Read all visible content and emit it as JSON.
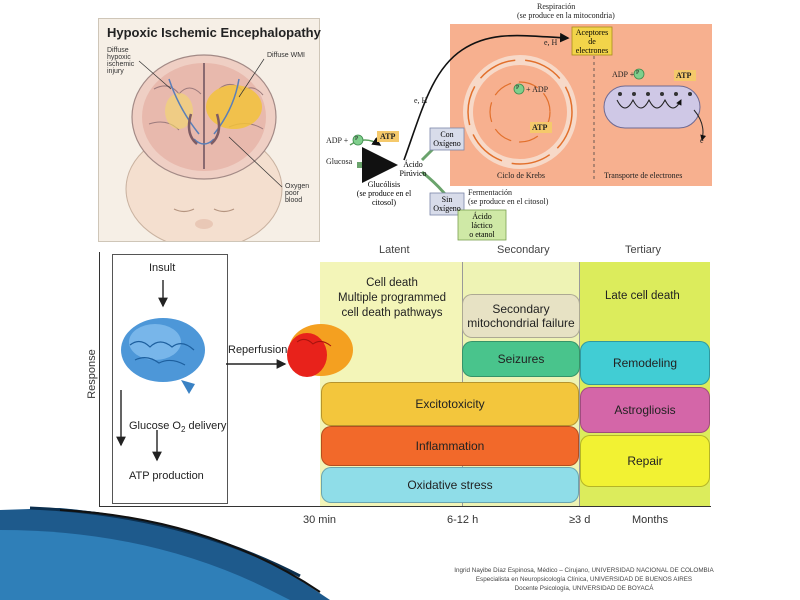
{
  "hie": {
    "title": "Hypoxic Ischemic Encephalopathy",
    "label_diffuse_injury": [
      "Diffuse",
      "hypoxic",
      "ischemic",
      "injury"
    ],
    "label_diffuse_wmi": "Diffuse WMI",
    "label_oxygen": [
      "Oxygen",
      "poor",
      "blood"
    ]
  },
  "respiration": {
    "title_line1": "Respiración",
    "title_line2": "(se produce en la mitocondria)",
    "acceptors": [
      "Aceptores",
      "de",
      "electrones"
    ],
    "eh_top": "e, H",
    "eh_mid": "e, H",
    "adp_p_left": "ADP +",
    "p_symbol": "P",
    "atp": "ATP",
    "glucosa": "Glucosa",
    "acido_piruvico": [
      "Ácido",
      "Pirúvico"
    ],
    "glucolisis": [
      "Glucólisis",
      "(se produce en el",
      "citosol)"
    ],
    "con_oxigeno": [
      "Con",
      "Oxígeno"
    ],
    "sin_oxigeno": [
      "Sin",
      "Oxígeno"
    ],
    "fermentacion": [
      "Fermentación",
      "(se produce en el citosol)"
    ],
    "acido_lactico": [
      "Ácido",
      "láctico",
      "o etanol"
    ],
    "p_adp": "+ ADP",
    "ciclo_krebs": "Ciclo de Krebs",
    "transporte": "Transporte de electrones",
    "adp_p_right": "ADP +",
    "e_out": "e"
  },
  "timeline": {
    "response_label": "Response",
    "phases": [
      "Latent",
      "Secondary",
      "Tertiary"
    ],
    "flow": {
      "insult": "Insult",
      "reperfusion": "Reperfusion",
      "glucose": "Glucose O",
      "glucose_sub": "2",
      "glucose_tail": " delivery",
      "atp_production": "ATP production"
    },
    "cell_death": [
      "Cell death",
      "Multiple programmed",
      "cell death pathways"
    ],
    "secondary_failure": [
      "Secondary",
      "mitochondrial failure"
    ],
    "seizures": "Seizures",
    "late_cell_death": "Late cell death",
    "remodeling": "Remodeling",
    "astrogliosis": "Astrogliosis",
    "repair": "Repair",
    "excitotoxicity": "Excitotoxicity",
    "inflammation": "Inflammation",
    "oxidative_stress": "Oxidative stress",
    "ticks": [
      "30 min",
      "6-12 h",
      "≥3 d",
      "Months"
    ]
  },
  "credits": [
    "Ingrid Nayibe Díaz Espinosa, Médico – Cirujano, UNIVERSIDAD NACIONAL DE COLOMBIA",
    "Especialista en Neuropsicología Clínica, UNIVERSIDAD DE BUENOS AIRES",
    "Docente Psicología, UNIVERSIDAD DE BOYACÁ"
  ],
  "colors": {
    "latent_bg": "#f3f5b8",
    "secondary_bg": "#eef3b4",
    "tertiary_bg": "#dcec5c",
    "excitotoxicity": "#f3c63c",
    "inflammation": "#f2692a",
    "oxidative": "#8fdde8",
    "seizures": "#49c48c",
    "remodeling": "#41cdd4",
    "astrogliosis": "#d466a8",
    "repair": "#f2f233",
    "mitochondria_bg": "#f7b08f"
  }
}
